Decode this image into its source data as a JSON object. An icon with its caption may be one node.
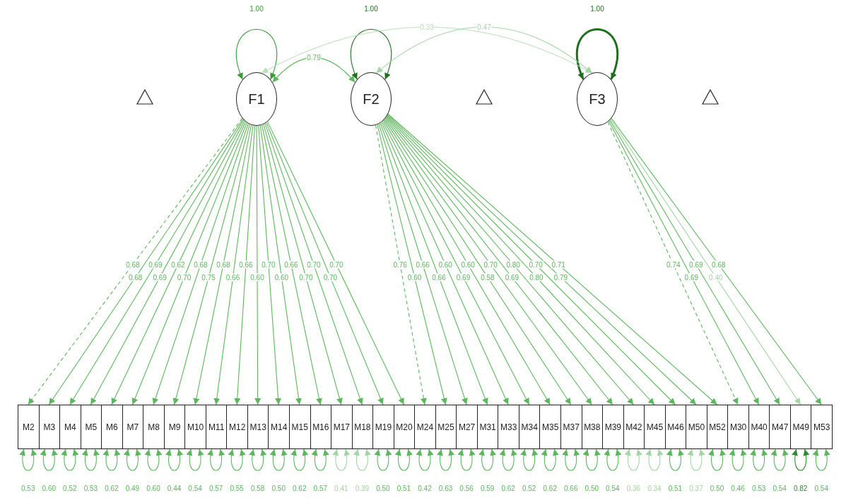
{
  "diagram": {
    "nodes": [
      {
        "text": [],
        "shape": "triangle"
      },
      {
        "text": [
          "F1"
        ]
      },
      {
        "text": [
          "F2"
        ]
      },
      {
        "text": [],
        "shape": "triangle"
      },
      {
        "text": [
          "F3"
        ]
      },
      {
        "text": [],
        "shape": "triangle"
      },
      {
        "text": [
          "M2"
        ]
      },
      {
        "text": [
          "M3"
        ]
      },
      {
        "text": [
          "M4"
        ]
      },
      {
        "text": [
          "M5"
        ]
      },
      {
        "text": [
          "M6"
        ]
      },
      {
        "text": [
          "M7"
        ]
      },
      {
        "text": [
          "M8"
        ]
      },
      {
        "text": [
          "M9"
        ]
      },
      {
        "text": [
          "M10"
        ]
      },
      {
        "text": [
          "M11"
        ]
      },
      {
        "text": [
          "M12"
        ]
      },
      {
        "text": [
          "M13"
        ]
      },
      {
        "text": [
          "M14"
        ]
      },
      {
        "text": [
          "M15"
        ]
      },
      {
        "text": [
          "M16"
        ]
      },
      {
        "text": [
          "M17"
        ]
      },
      {
        "text": [
          "M18"
        ]
      },
      {
        "text": [
          "M19"
        ]
      },
      {
        "text": [
          "M20"
        ]
      },
      {
        "text": [
          "M24"
        ]
      },
      {
        "text": [
          "M25"
        ]
      },
      {
        "text": [
          "M27"
        ]
      },
      {
        "text": [
          "M31"
        ]
      },
      {
        "text": [
          "M33"
        ]
      },
      {
        "text": [
          "M34"
        ]
      },
      {
        "text": [
          "M35"
        ]
      },
      {
        "text": [
          "M37"
        ]
      },
      {
        "text": [
          "M38"
        ]
      },
      {
        "text": [
          "M39"
        ]
      },
      {
        "text": [
          "M42"
        ]
      },
      {
        "text": [
          "M45"
        ]
      },
      {
        "text": [
          "M46"
        ]
      },
      {
        "text": [
          "M50"
        ]
      },
      {
        "text": [
          "M52"
        ]
      },
      {
        "text": [
          "M30"
        ]
      },
      {
        "text": [
          "M40"
        ]
      },
      {
        "text": [
          "M47"
        ]
      },
      {
        "text": [
          "M49"
        ]
      },
      {
        "text": [
          "M53"
        ]
      }
    ],
    "edges": [
      {
        "from": 1,
        "to": 1,
        "arrow": "both",
        "label": "1.00",
        "color": "#3a9a3a"
      },
      {
        "from": 2,
        "to": 2,
        "arrow": "both",
        "label": "1.00",
        "color": "#1f6f1f"
      },
      {
        "from": 4,
        "to": 4,
        "arrow": "both",
        "label": "1.00",
        "color": "#1f6f1f",
        "style": "thick"
      },
      {
        "from": 1,
        "to": 2,
        "arrow": "both",
        "label": "0.79"
      },
      {
        "from": 1,
        "to": 4,
        "arrow": "both",
        "label": "0.33",
        "color": "#b8e0b8"
      },
      {
        "from": 2,
        "to": 4,
        "arrow": "both",
        "label": "0.47",
        "color": "#a3d6a3"
      },
      {
        "from": 1,
        "to": 6,
        "arrow": "to",
        "label": "0.68",
        "style": "dashed"
      },
      {
        "from": 1,
        "to": 7,
        "arrow": "to",
        "label": "0.68"
      },
      {
        "from": 1,
        "to": 8,
        "arrow": "to",
        "label": "0.69"
      },
      {
        "from": 1,
        "to": 9,
        "arrow": "to",
        "label": "0.69"
      },
      {
        "from": 1,
        "to": 10,
        "arrow": "to",
        "label": "0.62"
      },
      {
        "from": 1,
        "to": 11,
        "arrow": "to",
        "label": "0.70"
      },
      {
        "from": 1,
        "to": 12,
        "arrow": "to",
        "label": "0.68"
      },
      {
        "from": 1,
        "to": 13,
        "arrow": "to",
        "label": "0.75"
      },
      {
        "from": 1,
        "to": 14,
        "arrow": "to",
        "label": "0.68"
      },
      {
        "from": 1,
        "to": 15,
        "arrow": "to",
        "label": "0.66"
      },
      {
        "from": 1,
        "to": 16,
        "arrow": "to",
        "label": "0.66"
      },
      {
        "from": 1,
        "to": 17,
        "arrow": "to",
        "label": "0.60"
      },
      {
        "from": 1,
        "to": 18,
        "arrow": "to",
        "label": "0.70"
      },
      {
        "from": 1,
        "to": 19,
        "arrow": "to",
        "label": "0.60"
      },
      {
        "from": 1,
        "to": 20,
        "arrow": "to",
        "label": "0.66"
      },
      {
        "from": 1,
        "to": 21,
        "arrow": "to",
        "label": "0.70"
      },
      {
        "from": 1,
        "to": 22,
        "arrow": "to",
        "label": "0.70"
      },
      {
        "from": 1,
        "to": 23,
        "arrow": "to",
        "label": "0.70"
      },
      {
        "from": 1,
        "to": 24,
        "arrow": "to",
        "label": "0.70"
      },
      {
        "from": 2,
        "to": 25,
        "arrow": "to",
        "label": "0.76",
        "style": "dashed"
      },
      {
        "from": 2,
        "to": 26,
        "arrow": "to",
        "label": "0.60"
      },
      {
        "from": 2,
        "to": 27,
        "arrow": "to",
        "label": "0.66"
      },
      {
        "from": 2,
        "to": 28,
        "arrow": "to",
        "label": "0.66"
      },
      {
        "from": 2,
        "to": 29,
        "arrow": "to",
        "label": "0.60"
      },
      {
        "from": 2,
        "to": 30,
        "arrow": "to",
        "label": "0.69"
      },
      {
        "from": 2,
        "to": 31,
        "arrow": "to",
        "label": "0.60"
      },
      {
        "from": 2,
        "to": 32,
        "arrow": "to",
        "label": "0.58"
      },
      {
        "from": 2,
        "to": 33,
        "arrow": "to",
        "label": "0.70"
      },
      {
        "from": 2,
        "to": 34,
        "arrow": "to",
        "label": "0.69"
      },
      {
        "from": 2,
        "to": 35,
        "arrow": "to",
        "label": "0.80"
      },
      {
        "from": 2,
        "to": 36,
        "arrow": "to",
        "label": "0.80"
      },
      {
        "from": 2,
        "to": 37,
        "arrow": "to",
        "label": "0.70"
      },
      {
        "from": 2,
        "to": 38,
        "arrow": "to",
        "label": "0.79"
      },
      {
        "from": 2,
        "to": 39,
        "arrow": "to",
        "label": "0.71"
      },
      {
        "from": 4,
        "to": 40,
        "arrow": "to",
        "label": "0.74",
        "style": "dashed"
      },
      {
        "from": 4,
        "to": 41,
        "arrow": "to",
        "label": "0.69"
      },
      {
        "from": 4,
        "to": 42,
        "arrow": "to",
        "label": "0.69"
      },
      {
        "from": 4,
        "to": 43,
        "arrow": "to",
        "label": "0.40",
        "color": "#a3d6a3"
      },
      {
        "from": 4,
        "to": 44,
        "arrow": "to",
        "label": "0.68"
      },
      {
        "from": 6,
        "to": 6,
        "arrow": "both",
        "label": "0.53"
      },
      {
        "from": 7,
        "to": 7,
        "arrow": "both",
        "label": "0.60"
      },
      {
        "from": 8,
        "to": 8,
        "arrow": "both",
        "label": "0.52"
      },
      {
        "from": 9,
        "to": 9,
        "arrow": "both",
        "label": "0.53"
      },
      {
        "from": 10,
        "to": 10,
        "arrow": "both",
        "label": "0.62"
      },
      {
        "from": 11,
        "to": 11,
        "arrow": "both",
        "label": "0.49"
      },
      {
        "from": 12,
        "to": 12,
        "arrow": "both",
        "label": "0.60"
      },
      {
        "from": 13,
        "to": 13,
        "arrow": "both",
        "label": "0.44"
      },
      {
        "from": 14,
        "to": 14,
        "arrow": "both",
        "label": "0.54"
      },
      {
        "from": 15,
        "to": 15,
        "arrow": "both",
        "label": "0.57"
      },
      {
        "from": 16,
        "to": 16,
        "arrow": "both",
        "label": "0.55"
      },
      {
        "from": 17,
        "to": 17,
        "arrow": "both",
        "label": "0.58"
      },
      {
        "from": 18,
        "to": 18,
        "arrow": "both",
        "label": "0.50"
      },
      {
        "from": 19,
        "to": 19,
        "arrow": "both",
        "label": "0.62"
      },
      {
        "from": 20,
        "to": 20,
        "arrow": "both",
        "label": "0.57"
      },
      {
        "from": 21,
        "to": 21,
        "arrow": "both",
        "label": "0.41",
        "color": "#a3d6a3"
      },
      {
        "from": 22,
        "to": 22,
        "arrow": "both",
        "label": "0.39",
        "color": "#a3d6a3"
      },
      {
        "from": 23,
        "to": 23,
        "arrow": "both",
        "label": "0.50"
      },
      {
        "from": 24,
        "to": 24,
        "arrow": "both",
        "label": "0.51"
      },
      {
        "from": 25,
        "to": 25,
        "arrow": "both",
        "label": "0.42"
      },
      {
        "from": 26,
        "to": 26,
        "arrow": "both",
        "label": "0.63"
      },
      {
        "from": 27,
        "to": 27,
        "arrow": "both",
        "label": "0.56"
      },
      {
        "from": 28,
        "to": 28,
        "arrow": "both",
        "label": "0.59"
      },
      {
        "from": 29,
        "to": 29,
        "arrow": "both",
        "label": "0.62"
      },
      {
        "from": 30,
        "to": 30,
        "arrow": "both",
        "label": "0.52"
      },
      {
        "from": 31,
        "to": 31,
        "arrow": "both",
        "label": "0.62"
      },
      {
        "from": 32,
        "to": 32,
        "arrow": "both",
        "label": "0.66"
      },
      {
        "from": 33,
        "to": 33,
        "arrow": "both",
        "label": "0.50"
      },
      {
        "from": 34,
        "to": 34,
        "arrow": "both",
        "label": "0.54"
      },
      {
        "from": 35,
        "to": 35,
        "arrow": "both",
        "label": "0.36",
        "color": "#a3d6a3"
      },
      {
        "from": 36,
        "to": 36,
        "arrow": "both",
        "label": "0.34",
        "color": "#a3d6a3"
      },
      {
        "from": 37,
        "to": 37,
        "arrow": "both",
        "label": "0.51"
      },
      {
        "from": 38,
        "to": 38,
        "arrow": "both",
        "label": "0.37",
        "color": "#a3d6a3"
      },
      {
        "from": 39,
        "to": 39,
        "arrow": "both",
        "label": "0.50"
      },
      {
        "from": 40,
        "to": 40,
        "arrow": "both",
        "label": "0.46"
      },
      {
        "from": 41,
        "to": 41,
        "arrow": "both",
        "label": "0.53"
      },
      {
        "from": 42,
        "to": 42,
        "arrow": "both",
        "label": "0.54"
      },
      {
        "from": 43,
        "to": 43,
        "arrow": "both",
        "label": "0.82",
        "color": "#2e8b2e"
      },
      {
        "from": 44,
        "to": 44,
        "arrow": "both",
        "label": "0.54"
      }
    ]
  }
}
